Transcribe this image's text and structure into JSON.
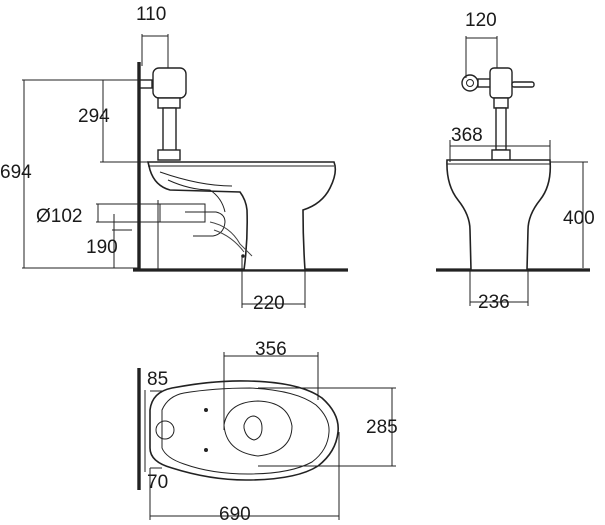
{
  "side_view": {
    "flush_offset": "110",
    "flush_height": "294",
    "overall_height": "694",
    "outlet_diameter": "Ø102",
    "outlet_height": "190",
    "floor_outlet_offset": "220"
  },
  "front_view": {
    "flush_width": "120",
    "rim_width": "368",
    "rim_height": "400",
    "base_width": "236"
  },
  "top_view": {
    "inlet_top": "85",
    "inlet_bottom": "70",
    "bowl_length": "356",
    "bowl_width": "285",
    "overall_length": "690"
  }
}
